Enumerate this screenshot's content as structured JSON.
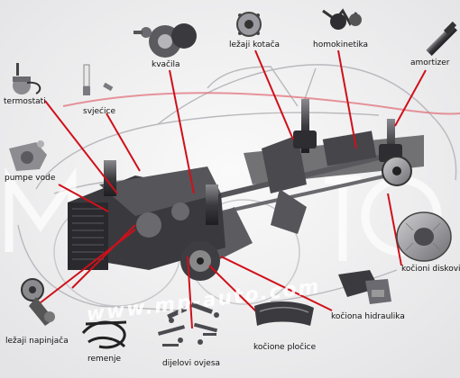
{
  "labels": {
    "termostati": "termostati",
    "svjecice": "svjećice",
    "kvacila": "kvačila",
    "lezaji_kotaca": "ležaji kotača",
    "homokinetika": "homokinetika",
    "amortizer": "amortizer",
    "pumpe_vode": "pumpe vode",
    "kocioni_diskovi": "kočioni diskovi",
    "kociona_hidraulika": "kočiona hidraulika",
    "kocione_plocice": "kočione pločice",
    "dijelovi_ovjesa": "dijelovi ovjesa",
    "remenje": "remenje",
    "lezaji_napinjaca": "ležaji napinjača"
  },
  "watermark": {
    "url": "www.mp-auto.com",
    "big": "MP AUTO"
  },
  "colors": {
    "leader": "#d0101a",
    "background": "#eeeeef",
    "car_outline": "#b9b9bd",
    "chassis": "#555559"
  }
}
